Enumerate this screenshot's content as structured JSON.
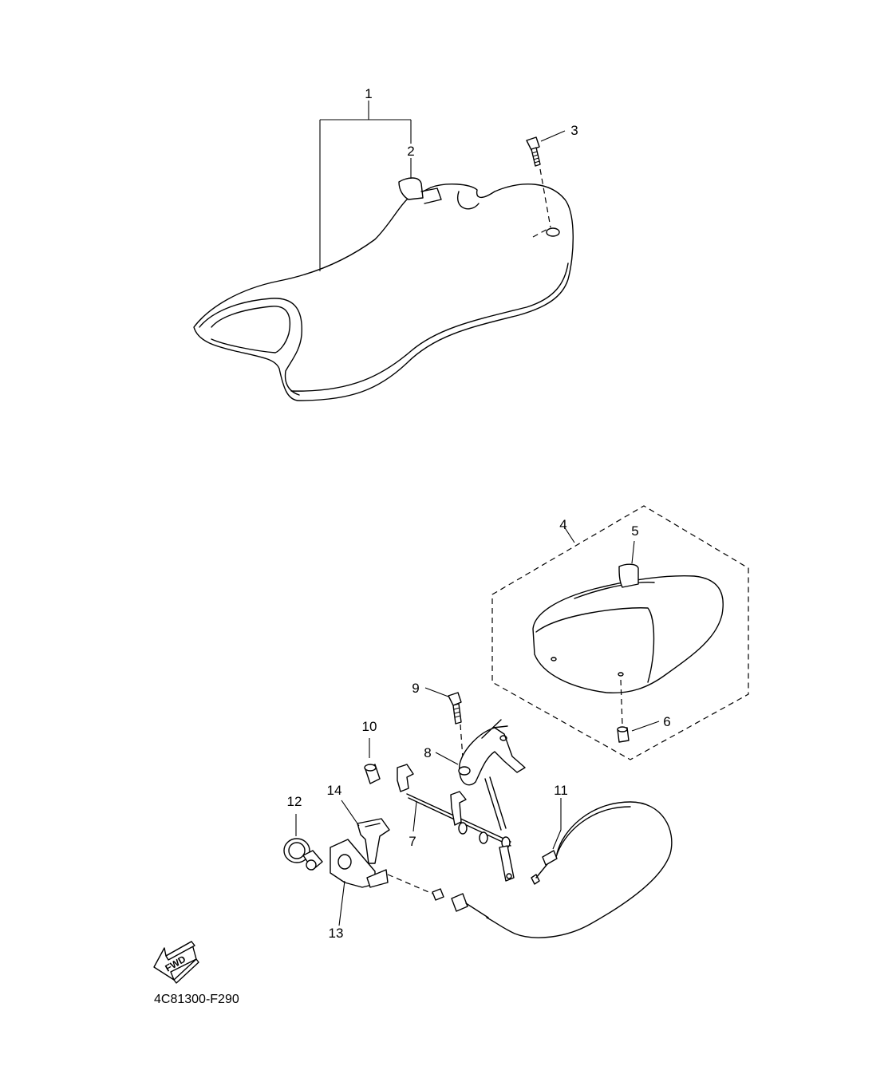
{
  "diagram": {
    "callouts": {
      "c1": "1",
      "c2": "2",
      "c3": "3",
      "c4": "4",
      "c5": "5",
      "c6": "6",
      "c7": "7",
      "c8": "8",
      "c9": "9",
      "c10": "10",
      "c11": "11",
      "c12": "12",
      "c13": "13",
      "c14": "14"
    },
    "fwd_label": "FWD",
    "part_number": "4C81300-F290"
  }
}
